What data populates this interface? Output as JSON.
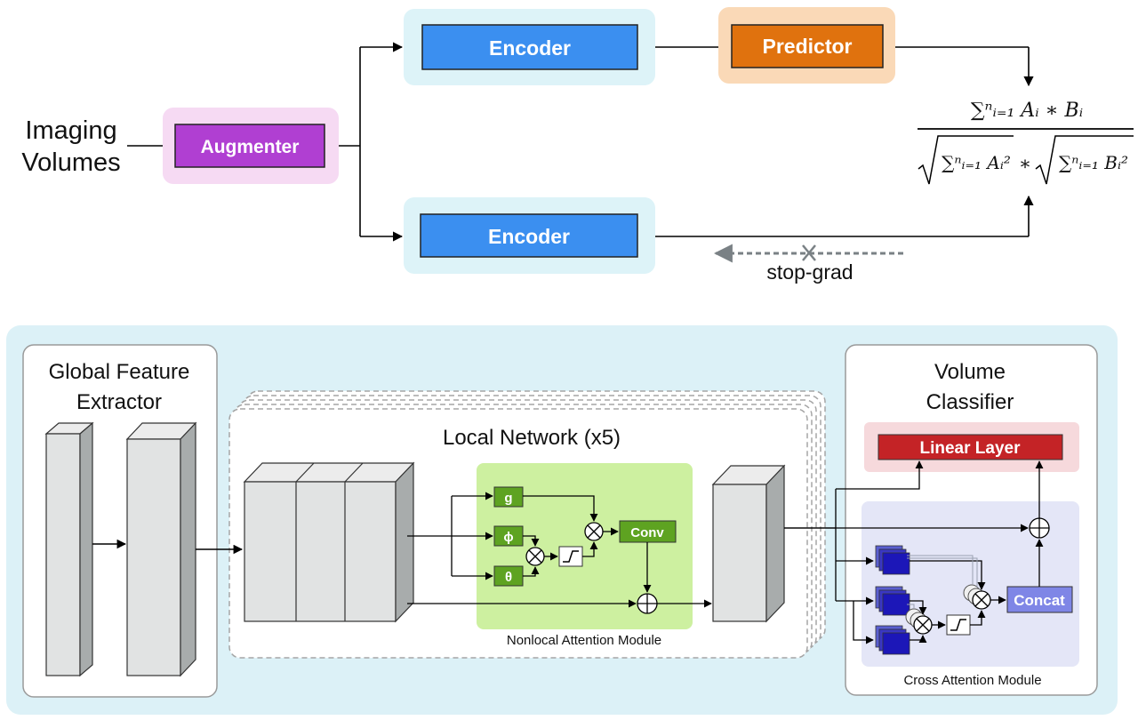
{
  "top": {
    "input_label_line1": "Imaging",
    "input_label_line2": "Volumes",
    "augmenter": "Augmenter",
    "encoder_top": "Encoder",
    "encoder_bottom": "Encoder",
    "predictor": "Predictor",
    "stop_grad": "stop-grad",
    "formula": {
      "numerator": "∑ⁿᵢ₌₁ Aᵢ ∗ Bᵢ",
      "denominator_left": "∑ⁿᵢ₌₁ Aᵢ²",
      "times": "∗",
      "denominator_right": "∑ⁿᵢ₌₁ Bᵢ²"
    }
  },
  "bottom": {
    "global_feature_line1": "Global Feature",
    "global_feature_line2": "Extractor",
    "local_network": "Local Network (x5)",
    "nonlocal_module": "Nonlocal Attention Module",
    "g": "g",
    "phi": "ϕ",
    "theta": "θ",
    "conv": "Conv",
    "volume_classifier_line1": "Volume",
    "volume_classifier_line2": "Classifier",
    "linear_layer": "Linear Layer",
    "concat": "Concat",
    "cross_attention_module": "Cross Attention Module"
  },
  "colors": {
    "augmenter": "#b03fd2",
    "augmenter_bg": "#f6daf3",
    "encoder": "#3b8ff0",
    "encoder_bg": "#ddf3f8",
    "predictor": "#e0720e",
    "predictor_bg": "#fad9b7",
    "bottom_bg": "#dcf1f7",
    "nonlocal_bg": "#cdf0a0",
    "green_box": "#5ea321",
    "linear_layer": "#c42326",
    "linear_bg": "#f6d9dc",
    "cross_bg": "#e4e6f7",
    "concat": "#7f86e6",
    "navy": "#1c17b8"
  }
}
